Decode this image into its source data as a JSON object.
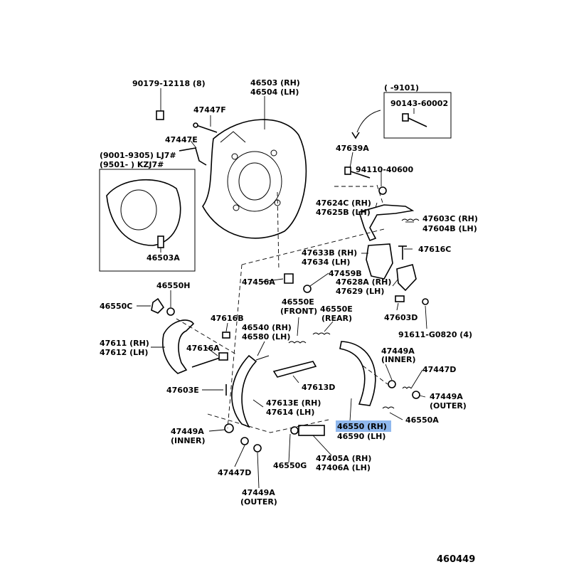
{
  "diagram": {
    "title": "Rear drum brake / parking brake parts diagram",
    "figure_number": "460449",
    "highlight_color": "#8fb8ee",
    "labels": {
      "bolt_90179": "90179-12118 (8)",
      "plate_rh": "46503 (RH)",
      "plate_lh": "46504 (LH)",
      "p47447F": "47447F",
      "p47447E": "47447E",
      "inset_ranges_a": "(9001-9305) LJ7#",
      "inset_ranges_b": "(9501-       ) KZJ7#",
      "inset_part": "46503A",
      "range_top": "(       -9101)",
      "bolt_90143": "90143-60002",
      "p47639A": "47639A",
      "p94110": "94110-40600",
      "p47624C": "47624C (RH)",
      "p47625B": "47625B (LH)",
      "p47603C": "47603C (RH)",
      "p47604B": "47604B (LH)",
      "p47633B": "47633B (RH)",
      "p47634": "47634     (LH)",
      "p47616C": "47616C",
      "p47456A": "47456A",
      "p47459B": "47459B",
      "p47628A": "47628A (RH)",
      "p47629": "47629     (LH)",
      "p46550H": "46550H",
      "p46550C": "46550C",
      "p46550E_front": "46550E",
      "front": "(FRONT)",
      "p46550E_rear": "46550E",
      "rear": "(REAR)",
      "p47603D": "47603D",
      "p91611": "91611-G0820 (4)",
      "p47616B": "47616B",
      "p46540": "46540 (RH)",
      "p46580": "46580 (LH)",
      "p47611": "47611 (RH)",
      "p47612": "47612 (LH)",
      "p47616A": "47616A",
      "p47449A_inner_r": "47449A",
      "inner_r": "(INNER)",
      "p47447D_r": "47447D",
      "p47603E": "47603E",
      "p47613D": "47613D",
      "p47449A_outer_r": "47449A",
      "outer_r": "(OUTER)",
      "p47613E": "47613E (RH)",
      "p47614": "47614     (LH)",
      "p46550A": "46550A",
      "p46550_rh": "46550 (RH)",
      "p46590_lh": "46590 (LH)",
      "p47449A_inner_l": "47449A",
      "inner_l": "(INNER)",
      "p47447D_l": "47447D",
      "p46550G": "46550G",
      "p47405A": "47405A (RH)",
      "p47406A": "47406A (LH)",
      "p47449A_outer_l": "47449A",
      "outer_l": "(OUTER)"
    }
  }
}
